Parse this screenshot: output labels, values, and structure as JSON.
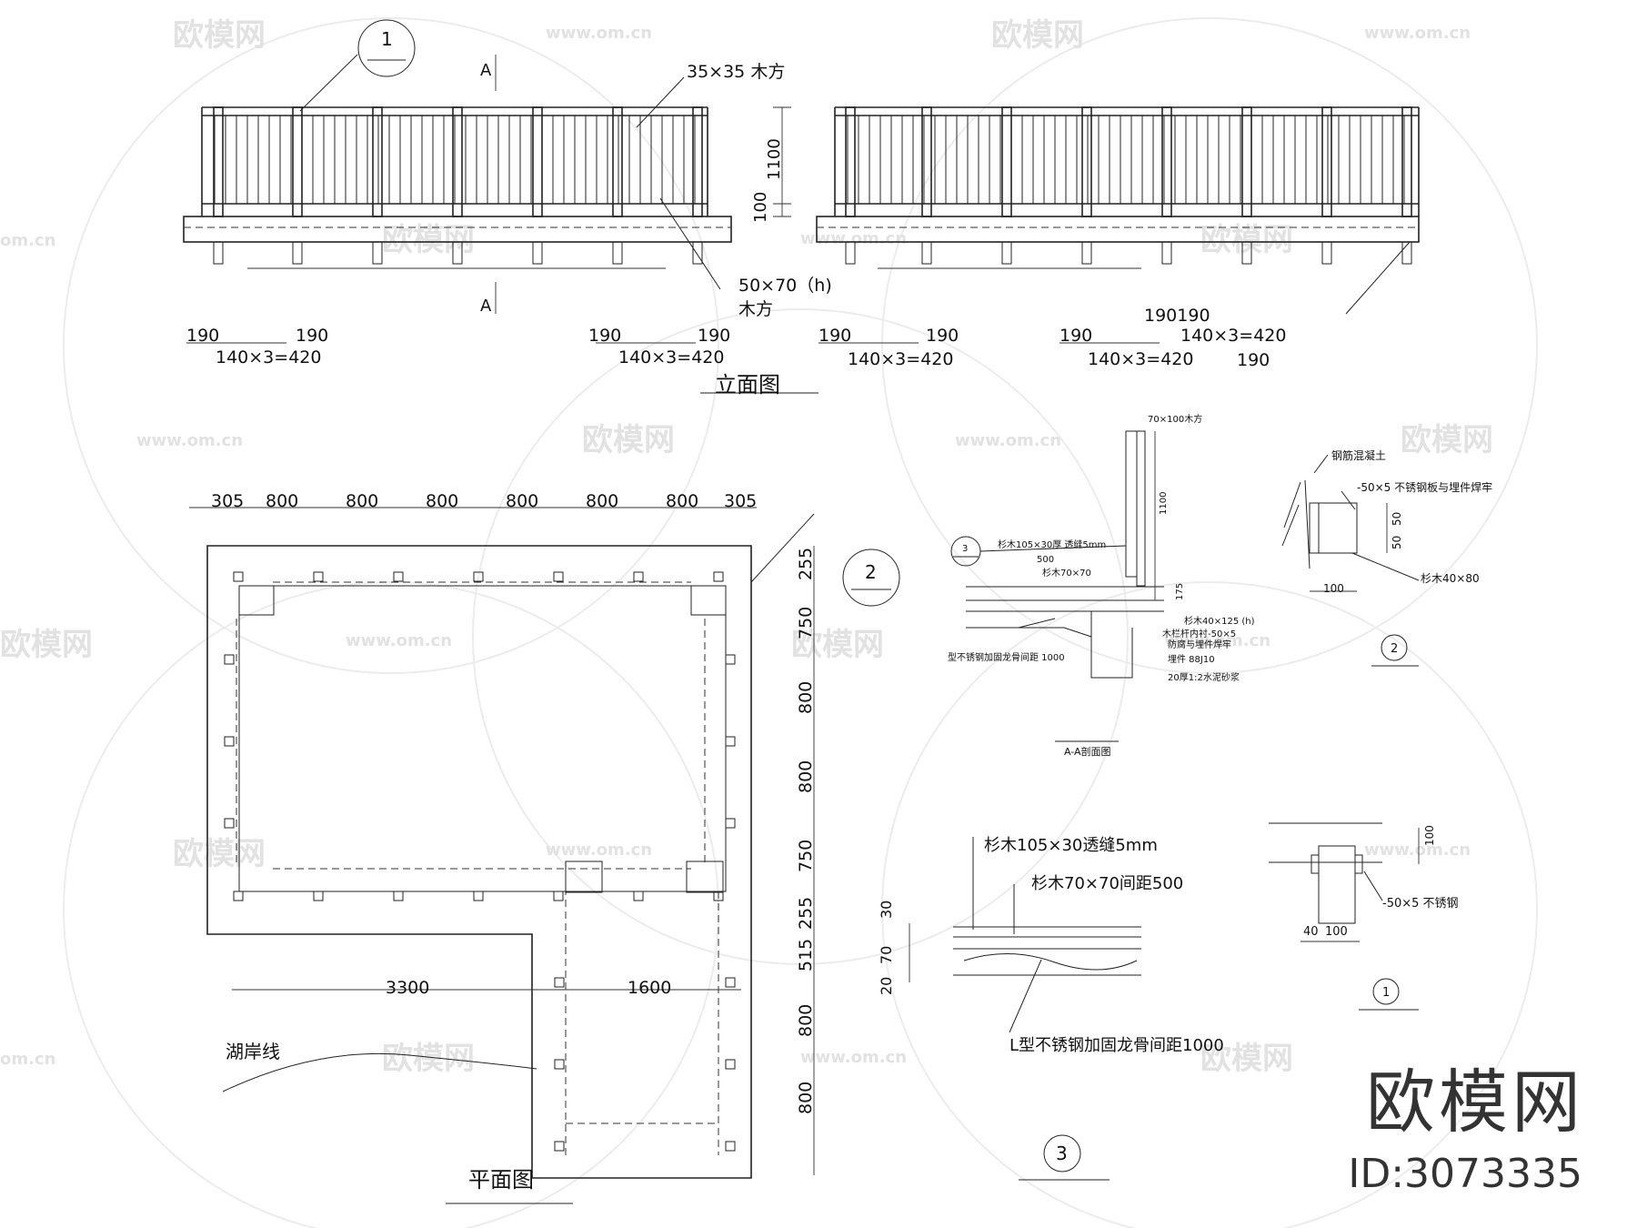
{
  "watermark": {
    "brand": "欧模网",
    "url": "www.om.cn",
    "short": "om.cn"
  },
  "brand_mark": {
    "name": "欧模网",
    "id": "ID:3073335"
  },
  "elevation": {
    "title": "立面图",
    "callout": "1",
    "section_mark": "A",
    "rail_label": "35×35 木方",
    "post_label_1": "50×70（h)",
    "post_label_2": "木方",
    "height_1": "1100",
    "height_2": "100",
    "dims": [
      "190",
      "140×3=420",
      "190190"
    ]
  },
  "plan": {
    "title": "平面图",
    "callout": "2",
    "top_dims": [
      "305",
      "800",
      "800",
      "800",
      "800",
      "800",
      "800",
      "305"
    ],
    "right_dims": [
      "255",
      "750",
      "800",
      "800",
      "750",
      "255",
      "515",
      "800",
      "800"
    ],
    "bottom_dims": [
      "3300",
      "1600"
    ],
    "shore_label": "湖岸线"
  },
  "section_aa": {
    "title": "A-A剖面图",
    "labels": [
      "70×100木方",
      "杉木105×30厚  透缝5mm",
      "500",
      "杉木70×70",
      "杉木40×125 (h)",
      "木栏杆内衬-50×5",
      "防腐与埋件焊牢",
      "埋件 88J10",
      "型不锈钢加固龙骨间距 1000",
      "20厚1:2水泥砂浆",
      "1100",
      "175",
      "3"
    ]
  },
  "detail_2": {
    "labels": [
      "钢筋混凝土",
      "-50×5 不锈钢板与埋件焊牢",
      "杉木40×80",
      "50",
      "50",
      "100",
      "2"
    ]
  },
  "detail_3": {
    "labels": [
      "杉木105×30透缝5mm",
      "杉木70×70间距500",
      "L型不锈钢加固龙骨间距1000",
      "30",
      "70",
      "20",
      "3"
    ]
  },
  "detail_1": {
    "labels": [
      "-50×5 不锈钢",
      "100",
      "40",
      "100",
      "1"
    ]
  }
}
